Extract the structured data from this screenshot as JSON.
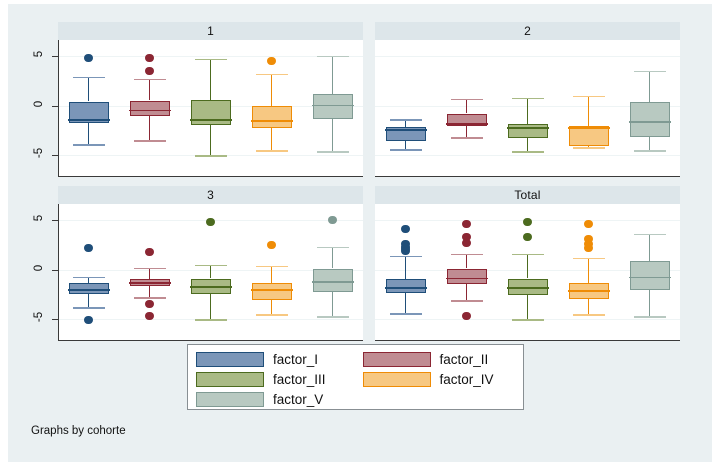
{
  "figure": {
    "caption": "Graphs by cohorte",
    "background_color": "#eaf0f2",
    "panel_bg_color": "#ffffff",
    "panel_header_color": "#dde6ea"
  },
  "axis": {
    "ylim": [
      -7.2,
      6.6
    ],
    "ticks": [
      {
        "value": 5,
        "label": "5"
      },
      {
        "value": 0,
        "label": "0"
      },
      {
        "value": -5,
        "label": "-5"
      }
    ],
    "gridlines": [
      5,
      0,
      -5
    ]
  },
  "legend": {
    "items": [
      {
        "label": "factor_I",
        "fill": "#7b96b8",
        "stroke": "#1f4e79"
      },
      {
        "label": "factor_II",
        "fill": "#c08c92",
        "stroke": "#8b2633"
      },
      {
        "label": "factor_III",
        "fill": "#a9ba85",
        "stroke": "#4c6b1f"
      },
      {
        "label": "factor_IV",
        "fill": "#f7c882",
        "stroke": "#ef8c06"
      },
      {
        "label": "factor_V",
        "fill": "#b8c9c1",
        "stroke": "#7f9a93"
      }
    ]
  },
  "chart_data": {
    "type": "box",
    "title": "",
    "xlabel": "",
    "ylabel": "",
    "ylim": [
      -7.2,
      6.6
    ],
    "yticks": [
      -5,
      0,
      5
    ],
    "grid": true,
    "legend_position": "bottom-center",
    "group_labels": [
      "1",
      "2",
      "3",
      "Total"
    ],
    "series": [
      "factor_I",
      "factor_II",
      "factor_III",
      "factor_IV",
      "factor_V"
    ],
    "panels": [
      {
        "name": "1",
        "boxes": [
          {
            "series": "factor_I",
            "whisker_low": -3.9,
            "q1": -1.8,
            "median": -1.4,
            "q3": 0.4,
            "whisker_high": 2.9,
            "outliers": [
              4.8
            ]
          },
          {
            "series": "factor_II",
            "whisker_low": -3.5,
            "q1": -1.1,
            "median": -0.4,
            "q3": 0.5,
            "whisker_high": 2.7,
            "outliers": [
              4.8,
              3.5
            ]
          },
          {
            "series": "factor_III",
            "whisker_low": -5.0,
            "q1": -2.0,
            "median": -1.4,
            "q3": 0.6,
            "whisker_high": 4.7,
            "outliers": []
          },
          {
            "series": "factor_IV",
            "whisker_low": -4.5,
            "q1": -2.3,
            "median": -1.5,
            "q3": 0.0,
            "whisker_high": 3.2,
            "outliers": [
              4.5
            ]
          },
          {
            "series": "factor_V",
            "whisker_low": -4.6,
            "q1": -1.4,
            "median": 0.1,
            "q3": 1.2,
            "whisker_high": 5.0,
            "outliers": []
          }
        ]
      },
      {
        "name": "2",
        "boxes": [
          {
            "series": "factor_I",
            "whisker_low": -4.4,
            "q1": -3.6,
            "median": -2.4,
            "q3": -2.2,
            "whisker_high": -1.4,
            "outliers": []
          },
          {
            "series": "factor_II",
            "whisker_low": -3.2,
            "q1": -2.1,
            "median": -1.8,
            "q3": -0.8,
            "whisker_high": 0.7,
            "outliers": []
          },
          {
            "series": "factor_III",
            "whisker_low": -4.6,
            "q1": -3.3,
            "median": -2.2,
            "q3": -1.9,
            "whisker_high": 0.8,
            "outliers": []
          },
          {
            "series": "factor_IV",
            "whisker_low": -4.2,
            "q1": -4.1,
            "median": -2.2,
            "q3": -2.1,
            "whisker_high": 1.0,
            "outliers": []
          },
          {
            "series": "factor_V",
            "whisker_low": -4.5,
            "q1": -3.2,
            "median": -1.6,
            "q3": 0.4,
            "whisker_high": 3.5,
            "outliers": []
          }
        ]
      },
      {
        "name": "3",
        "boxes": [
          {
            "series": "factor_I",
            "whisker_low": -3.8,
            "q1": -2.5,
            "median": -2.0,
            "q3": -1.4,
            "whisker_high": -0.7,
            "outliers": [
              2.2,
              -5.1
            ]
          },
          {
            "series": "factor_II",
            "whisker_low": -2.8,
            "q1": -1.7,
            "median": -1.3,
            "q3": -1.0,
            "whisker_high": 0.2,
            "outliers": [
              1.8,
              -3.5,
              -4.7
            ]
          },
          {
            "series": "factor_III",
            "whisker_low": -5.0,
            "q1": -2.5,
            "median": -1.7,
            "q3": -0.9,
            "whisker_high": 0.5,
            "outliers": [
              4.8
            ]
          },
          {
            "series": "factor_IV",
            "whisker_low": -4.5,
            "q1": -3.1,
            "median": -2.0,
            "q3": -1.4,
            "whisker_high": 0.4,
            "outliers": [
              2.5
            ]
          },
          {
            "series": "factor_V",
            "whisker_low": -4.7,
            "q1": -2.3,
            "median": -1.2,
            "q3": 0.1,
            "whisker_high": 2.3,
            "outliers": [
              5.0
            ]
          }
        ]
      },
      {
        "name": "Total",
        "boxes": [
          {
            "series": "factor_I",
            "whisker_low": -4.4,
            "q1": -2.4,
            "median": -1.8,
            "q3": -1.0,
            "whisker_high": 1.4,
            "outliers": [
              4.1,
              2.6,
              2.3,
              2.1,
              1.9
            ]
          },
          {
            "series": "factor_II",
            "whisker_low": -3.1,
            "q1": -1.5,
            "median": -0.8,
            "q3": 0.1,
            "whisker_high": 1.6,
            "outliers": [
              4.6,
              3.3,
              2.7,
              -4.7
            ]
          },
          {
            "series": "factor_III",
            "whisker_low": -5.0,
            "q1": -2.6,
            "median": -1.8,
            "q3": -0.9,
            "whisker_high": 1.6,
            "outliers": [
              4.8,
              3.3
            ]
          },
          {
            "series": "factor_IV",
            "whisker_low": -4.5,
            "q1": -3.0,
            "median": -2.1,
            "q3": -1.4,
            "whisker_high": 1.2,
            "outliers": [
              4.6,
              3.1,
              2.6,
              2.2
            ]
          },
          {
            "series": "factor_V",
            "whisker_low": -4.7,
            "q1": -2.1,
            "median": -0.7,
            "q3": 0.9,
            "whisker_high": 3.6,
            "outliers": []
          }
        ]
      }
    ]
  }
}
